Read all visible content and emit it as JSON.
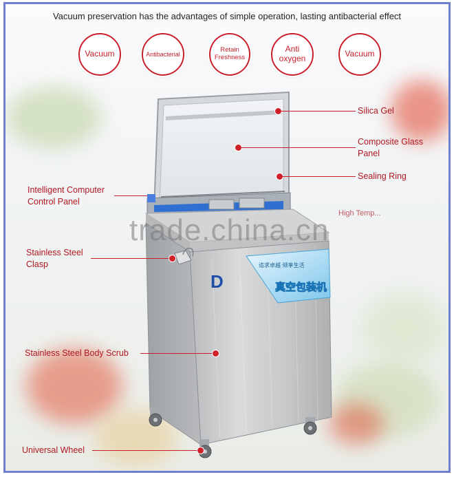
{
  "headline": "Vacuum preservation has the advantages of simple operation, lasting antibacterial effect",
  "badges": [
    {
      "label": "Vacuum"
    },
    {
      "label": "Antibacterial"
    },
    {
      "label": "Retain Freshness"
    },
    {
      "label": "Anti oxygen"
    },
    {
      "label": "Vacuum"
    }
  ],
  "callouts": {
    "silica_gel": "Silica Gel",
    "composite_glass_line1": "Composite Glass",
    "composite_glass_line2": "Panel",
    "sealing_ring": "Sealing Ring",
    "control_panel_line1": "Intelligent Computer",
    "control_panel_line2": "Control Panel",
    "clasp_line1": "Stainless Steel",
    "clasp_line2": "Clasp",
    "body_scrub": "Stainless Steel Body Scrub",
    "universal_wheel": "Universal Wheel",
    "partial_label": "High Temp..."
  },
  "machine": {
    "logo_letter": "D",
    "sticker_line1": "追求卓越 倾享生活",
    "sticker_line2": "真空包装机"
  },
  "watermark": "trade.china.cn",
  "colors": {
    "accent_red": "#c8202a",
    "border_blue": "#6f7fd0",
    "steel": "#c9cbcd"
  }
}
